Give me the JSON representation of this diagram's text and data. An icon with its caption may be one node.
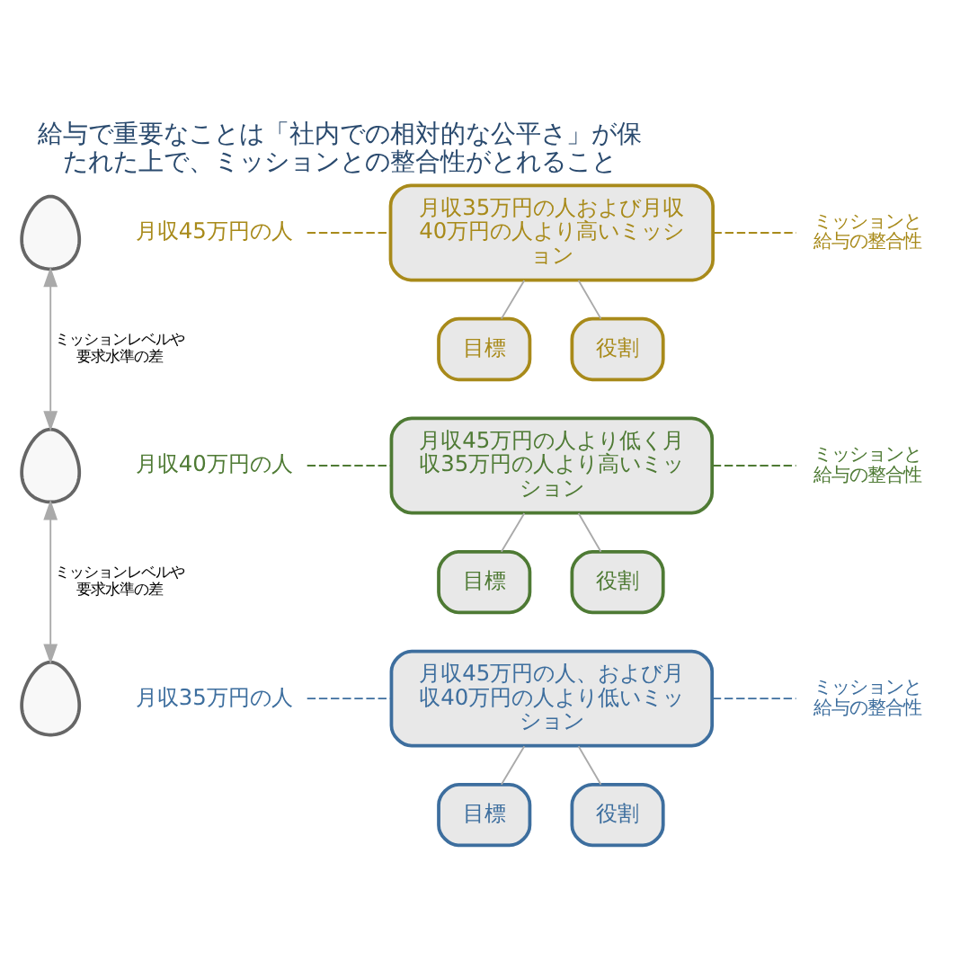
{
  "diagram": {
    "title": "給与で重要なことは「社内での相対的な公平さ」が保たれた上で、ミッションとの整合性がとれること",
    "nodes": [
      {
        "text": [],
        "shape": "person"
      },
      {
        "text": [
          "月収45万円の人"
        ]
      },
      {
        "text": [
          "月収35万円の人および月収40万円の人より高いミッション"
        ]
      },
      {
        "text": [
          "目標"
        ]
      },
      {
        "text": [
          "役割"
        ]
      },
      {
        "text": [
          "ミッションと給与の整合性"
        ]
      },
      {
        "text": [],
        "shape": "person"
      },
      {
        "text": [
          "月収40万円の人"
        ]
      },
      {
        "text": [
          "月収45万円の人より低く月収35万円の人より高いミッション"
        ]
      },
      {
        "text": [
          "目標"
        ]
      },
      {
        "text": [
          "役割"
        ]
      },
      {
        "text": [
          "ミッションと給与の整合性"
        ]
      },
      {
        "text": [],
        "shape": "person"
      },
      {
        "text": [
          "月収35万円の人"
        ]
      },
      {
        "text": [
          "月収45万円の人、および月収40万円の人より低いミッション"
        ]
      },
      {
        "text": [
          "目標"
        ]
      },
      {
        "text": [
          "役割"
        ]
      },
      {
        "text": [
          "ミッションと給与の整合性"
        ]
      }
    ],
    "edges": [
      {
        "from": 1,
        "to": 2,
        "arrow": "none",
        "style": "dashed",
        "color": "#a88a1a"
      },
      {
        "from": 2,
        "to": 5,
        "arrow": "none",
        "style": "dashed",
        "color": "#a88a1a"
      },
      {
        "from": 2,
        "to": 3,
        "arrow": "none"
      },
      {
        "from": 2,
        "to": 4,
        "arrow": "none"
      },
      {
        "from": 0,
        "to": 6,
        "arrow": "both",
        "label": "ミッションレベルや要求水準の差"
      },
      {
        "from": 7,
        "to": 8,
        "arrow": "none",
        "style": "dashed",
        "color": "#4e7a34"
      },
      {
        "from": 8,
        "to": 11,
        "arrow": "none",
        "style": "dashed",
        "color": "#4e7a34"
      },
      {
        "from": 8,
        "to": 9,
        "arrow": "none"
      },
      {
        "from": 8,
        "to": 10,
        "arrow": "none"
      },
      {
        "from": 6,
        "to": 12,
        "arrow": "both",
        "label": "ミッションレベルや要求水準の差"
      },
      {
        "from": 13,
        "to": 14,
        "arrow": "none",
        "style": "dashed",
        "color": "#3d6e9e"
      },
      {
        "from": 14,
        "to": 17,
        "arrow": "none",
        "style": "dashed",
        "color": "#3d6e9e"
      },
      {
        "from": 14,
        "to": 15,
        "arrow": "none"
      },
      {
        "from": 14,
        "to": 16,
        "arrow": "none"
      }
    ]
  }
}
